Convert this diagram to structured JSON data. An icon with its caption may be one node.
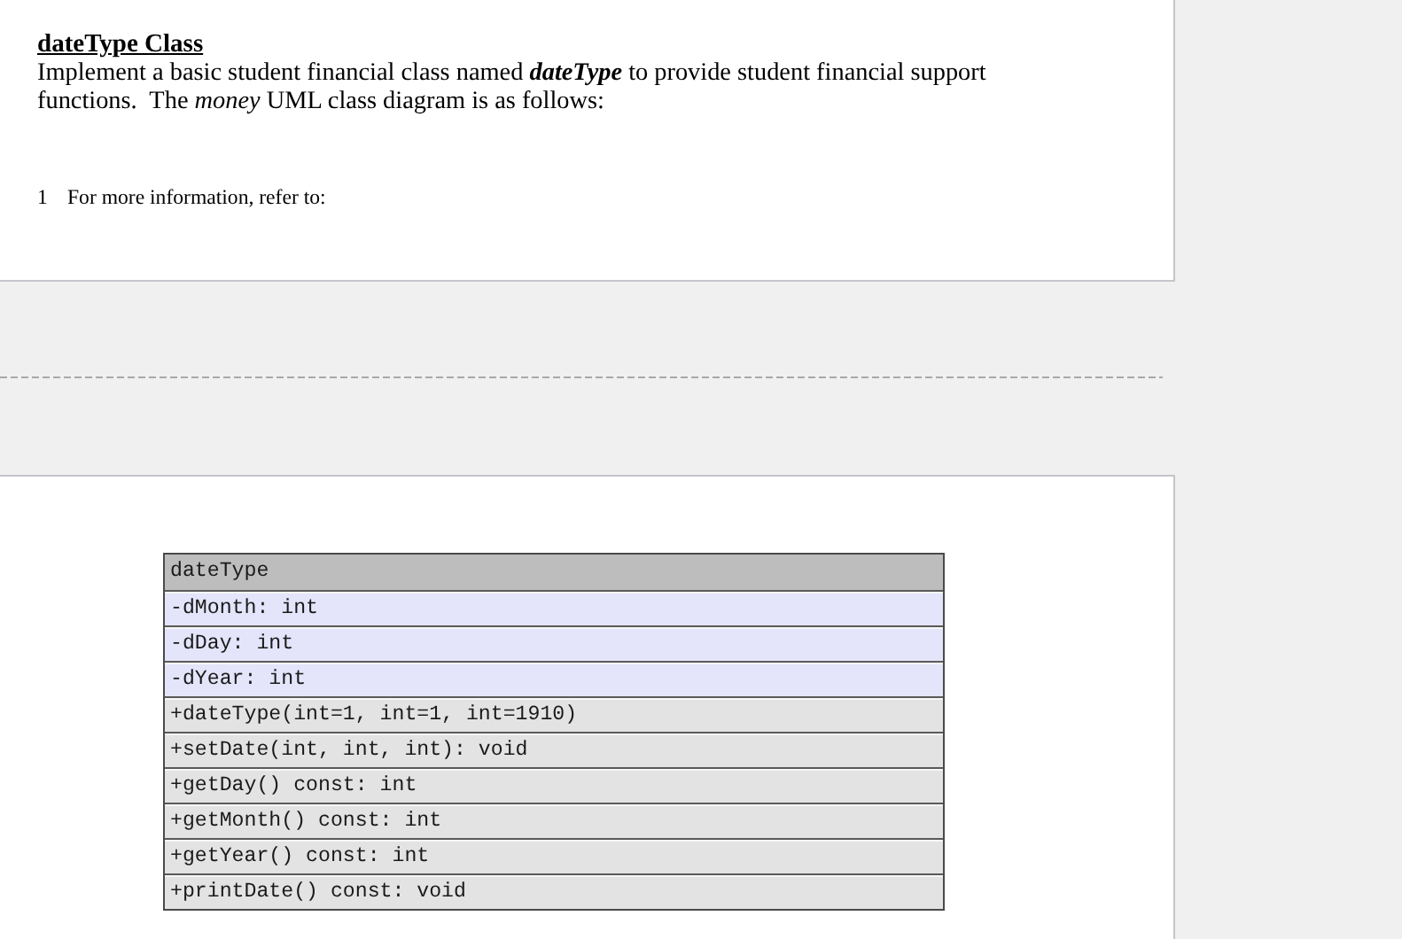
{
  "diagram": {
    "title": "dateType Class",
    "nodes": [
      {
        "text": [
          "dateType"
        ]
      },
      {
        "text": [
          "-dMonth: int"
        ],
        "in": 0
      },
      {
        "text": [
          "-dDay: int"
        ],
        "in": 0
      },
      {
        "text": [
          "-dYear: int"
        ],
        "in": 0
      },
      {
        "text": [
          "+dateType(int=1, int=1, int=1910)"
        ],
        "in": 0
      },
      {
        "text": [
          "+setDate(int, int, int): void"
        ],
        "in": 0
      },
      {
        "text": [
          "+getDay() const: int"
        ],
        "in": 0
      },
      {
        "text": [
          "+getMonth() const: int"
        ],
        "in": 0
      },
      {
        "text": [
          "+getYear() const: int"
        ],
        "in": 0
      },
      {
        "text": [
          "+printDate() const: void"
        ],
        "in": 0
      }
    ],
    "labels": [
      "Implement a basic student financial class named **dateType** to provide student financial support functions.  The *money* UML class diagram is as follows:",
      "1",
      "For more information, refer to:"
    ]
  }
}
